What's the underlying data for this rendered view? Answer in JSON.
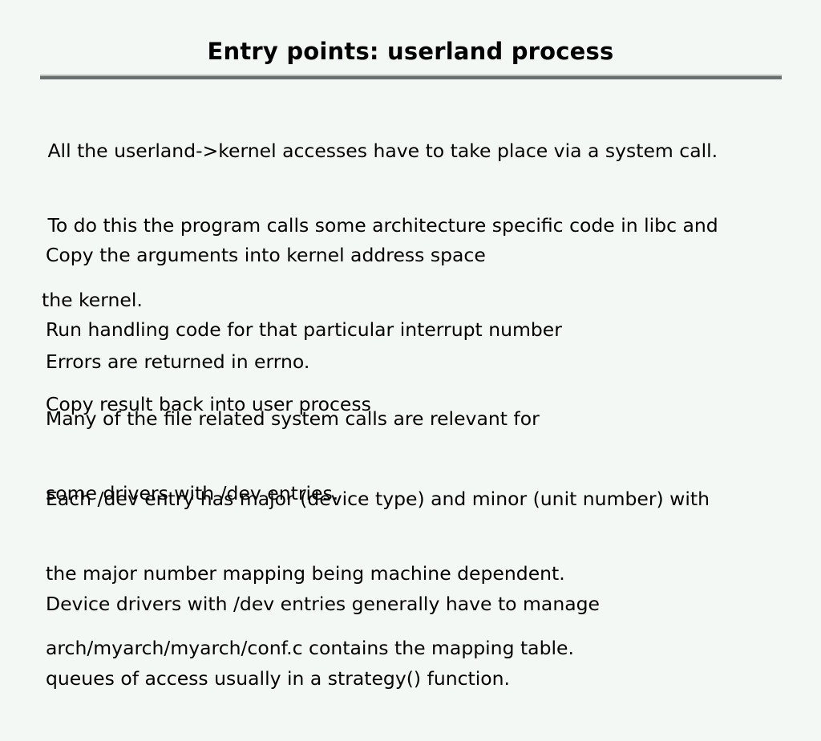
{
  "slide": {
    "title": "Entry points: userland process",
    "background_color": "#f4f8f4",
    "text_color": "#000000",
    "rule_color_light": "#b6bab6",
    "rule_color_dark": "#69706d",
    "paragraphs": [
      {
        "id": "intro",
        "lines": [
          " All the userland->kernel accesses have to take place via a system call.",
          " To do this the program calls some architecture specific code in libc and",
          "the kernel."
        ]
      },
      {
        "id": "steps",
        "lines": [
          "Copy the arguments into kernel address space",
          "Run handling code for that particular interrupt number",
          "Copy result back into user process"
        ]
      },
      {
        "id": "errors",
        "lines": [
          "Errors are returned in errno."
        ]
      },
      {
        "id": "files",
        "lines": [
          "Many of the file related system calls are relevant for",
          "some drivers with /dev entries."
        ]
      },
      {
        "id": "devnode",
        "lines": [
          "Each /dev entry has major (device type) and minor (unit number) with",
          "the major number mapping being machine dependent.",
          "arch/myarch/myarch/conf.c contains the mapping table."
        ]
      },
      {
        "id": "queues",
        "lines": [
          "Device drivers with /dev entries generally have to manage",
          "queues of access usually in a strategy() function."
        ]
      }
    ]
  }
}
